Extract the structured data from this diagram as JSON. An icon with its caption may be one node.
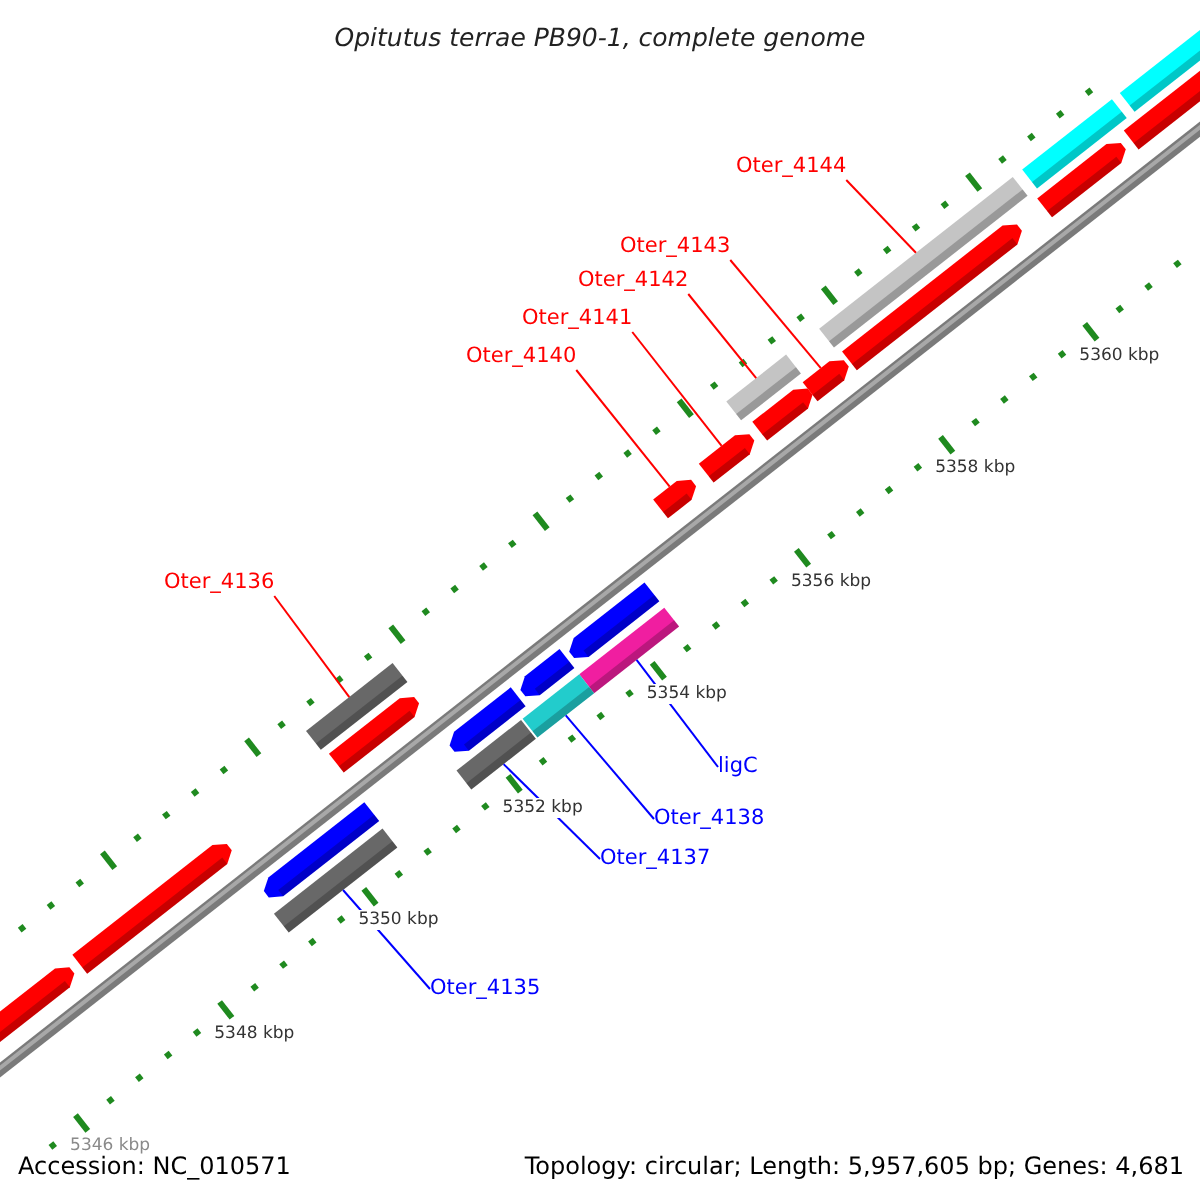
{
  "diagram": {
    "title": "Opitutus terrae PB90-1, complete genome",
    "nodes": [
      {
        "text": [
          "Oter_4144"
        ]
      },
      {
        "text": [
          "Oter_4143"
        ]
      },
      {
        "text": [
          "Oter_4142"
        ]
      },
      {
        "text": [
          "Oter_4141"
        ]
      },
      {
        "text": [
          "Oter_4140"
        ]
      },
      {
        "text": [
          "Oter_4136"
        ]
      },
      {
        "text": [
          "ligC"
        ]
      },
      {
        "text": [
          "Oter_4138"
        ]
      },
      {
        "text": [
          "Oter_4137"
        ]
      },
      {
        "text": [
          "Oter_4135"
        ]
      },
      {
        "text": [],
        "shape": "bar"
      },
      {
        "text": [],
        "shape": "arrow"
      },
      {
        "text": [],
        "shape": "bar"
      },
      {
        "text": [],
        "shape": "arrow"
      },
      {
        "text": [],
        "shape": "arrow"
      },
      {
        "text": [],
        "shape": "bar"
      },
      {
        "text": [],
        "shape": "bar"
      },
      {
        "text": [],
        "shape": "bar"
      },
      {
        "text": [],
        "shape": "bar"
      },
      {
        "text": [],
        "shape": "bar"
      }
    ],
    "edges": [
      {
        "from": 0,
        "to": 10,
        "arrow": "none"
      },
      {
        "from": 1,
        "to": 11,
        "arrow": "none"
      },
      {
        "from": 2,
        "to": 12,
        "arrow": "none"
      },
      {
        "from": 3,
        "to": 13,
        "arrow": "none"
      },
      {
        "from": 4,
        "to": 14,
        "arrow": "none"
      },
      {
        "from": 5,
        "to": 15,
        "arrow": "none"
      },
      {
        "from": 6,
        "to": 16,
        "arrow": "none",
        "color": "#0000ff"
      },
      {
        "from": 7,
        "to": 17,
        "arrow": "none",
        "color": "#0000ff"
      },
      {
        "from": 8,
        "to": 18,
        "arrow": "none",
        "color": "#0000ff"
      },
      {
        "from": 9,
        "to": 19,
        "arrow": "none",
        "color": "#0000ff"
      }
    ],
    "labels": [
      "5346 kbp",
      "5348 kbp",
      "5350 kbp",
      "5352 kbp",
      "5354 kbp",
      "5356 kbp",
      "5358 kbp",
      "5360 kbp",
      "Accession: NC_010571",
      "Topology: circular; Length: 5,957,605 bp; Genes: 4,681"
    ]
  }
}
